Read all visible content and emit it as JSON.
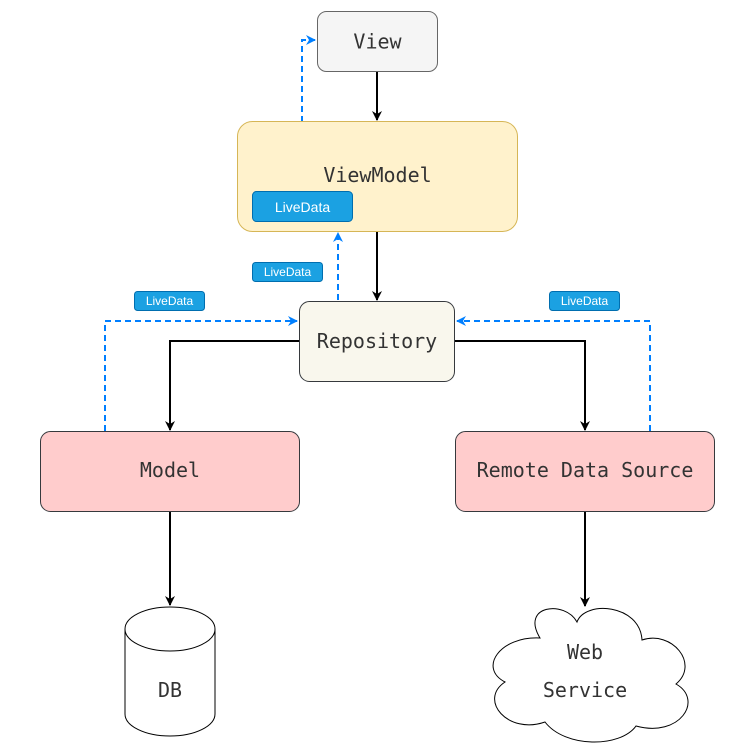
{
  "diagram": {
    "nodes": {
      "view": {
        "label": "View",
        "fill": "#f5f5f5",
        "stroke": "#666666"
      },
      "viewmodel": {
        "label": "ViewModel",
        "fill": "#fff2cc",
        "stroke": "#d6b656"
      },
      "repository": {
        "label": "Repository",
        "fill": "#f9f7ed",
        "stroke": "#36393d"
      },
      "model": {
        "label": "Model",
        "fill": "#ffcccc",
        "stroke": "#36393d"
      },
      "remote": {
        "label": "Remote Data Source",
        "fill": "#ffcccc",
        "stroke": "#36393d"
      },
      "db": {
        "label": "DB",
        "fill": "#ffffff",
        "stroke": "#000000"
      },
      "web": {
        "line1": "Web",
        "line2": "Service",
        "fill": "#ffffff",
        "stroke": "#000000"
      }
    },
    "badges": {
      "viewmodel_livedata": "LiveData",
      "repo_to_viewmodel": "LiveData",
      "model_to_repo": "LiveData",
      "remote_to_repo": "LiveData",
      "color": "#1ba1e2"
    },
    "colors": {
      "solid_arrow": "#000000",
      "dashed_arrow": "#007fff"
    }
  }
}
